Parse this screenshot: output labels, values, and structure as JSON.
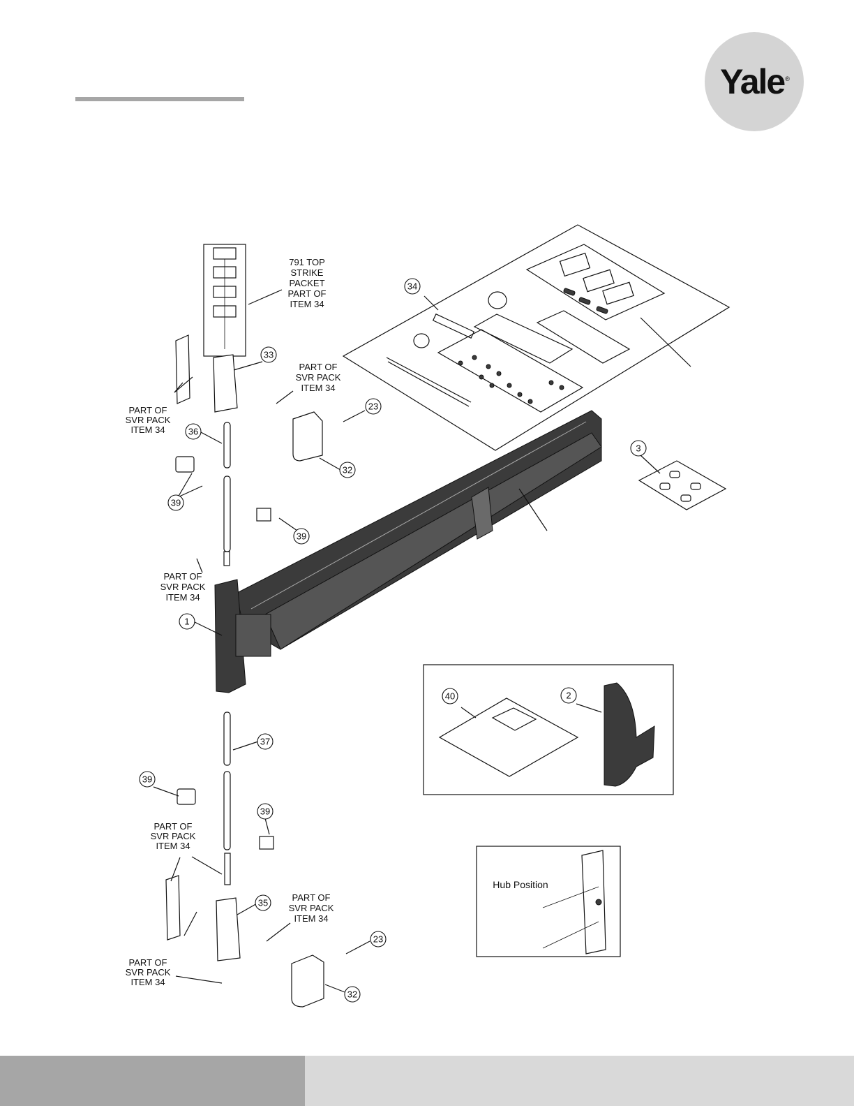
{
  "brand": {
    "logo_text": "Yale",
    "registered_mark": "®"
  },
  "labels": {
    "top_strike": [
      "791 TOP",
      "STRIKE",
      "PACKET",
      "PART OF",
      "ITEM 34"
    ],
    "svr_pack": [
      "PART OF",
      "SVR PACK",
      "ITEM 34"
    ],
    "hub_position": "Hub Position"
  },
  "callouts": {
    "c1": "1",
    "c2": "2",
    "c3": "3",
    "c23a": "23",
    "c23b": "23",
    "c32a": "32",
    "c32b": "32",
    "c33": "33",
    "c34": "34",
    "c35": "35",
    "c36": "36",
    "c37": "37",
    "c39a": "39",
    "c39b": "39",
    "c39c": "39",
    "c39d": "39",
    "c40": "40"
  },
  "colors": {
    "title_rule": "#a6a6a6",
    "logo_bg": "#d4d4d4",
    "footer_left": "#a6a6a6",
    "footer_right": "#d9d9d9",
    "device_body": "#3b3b3b"
  }
}
